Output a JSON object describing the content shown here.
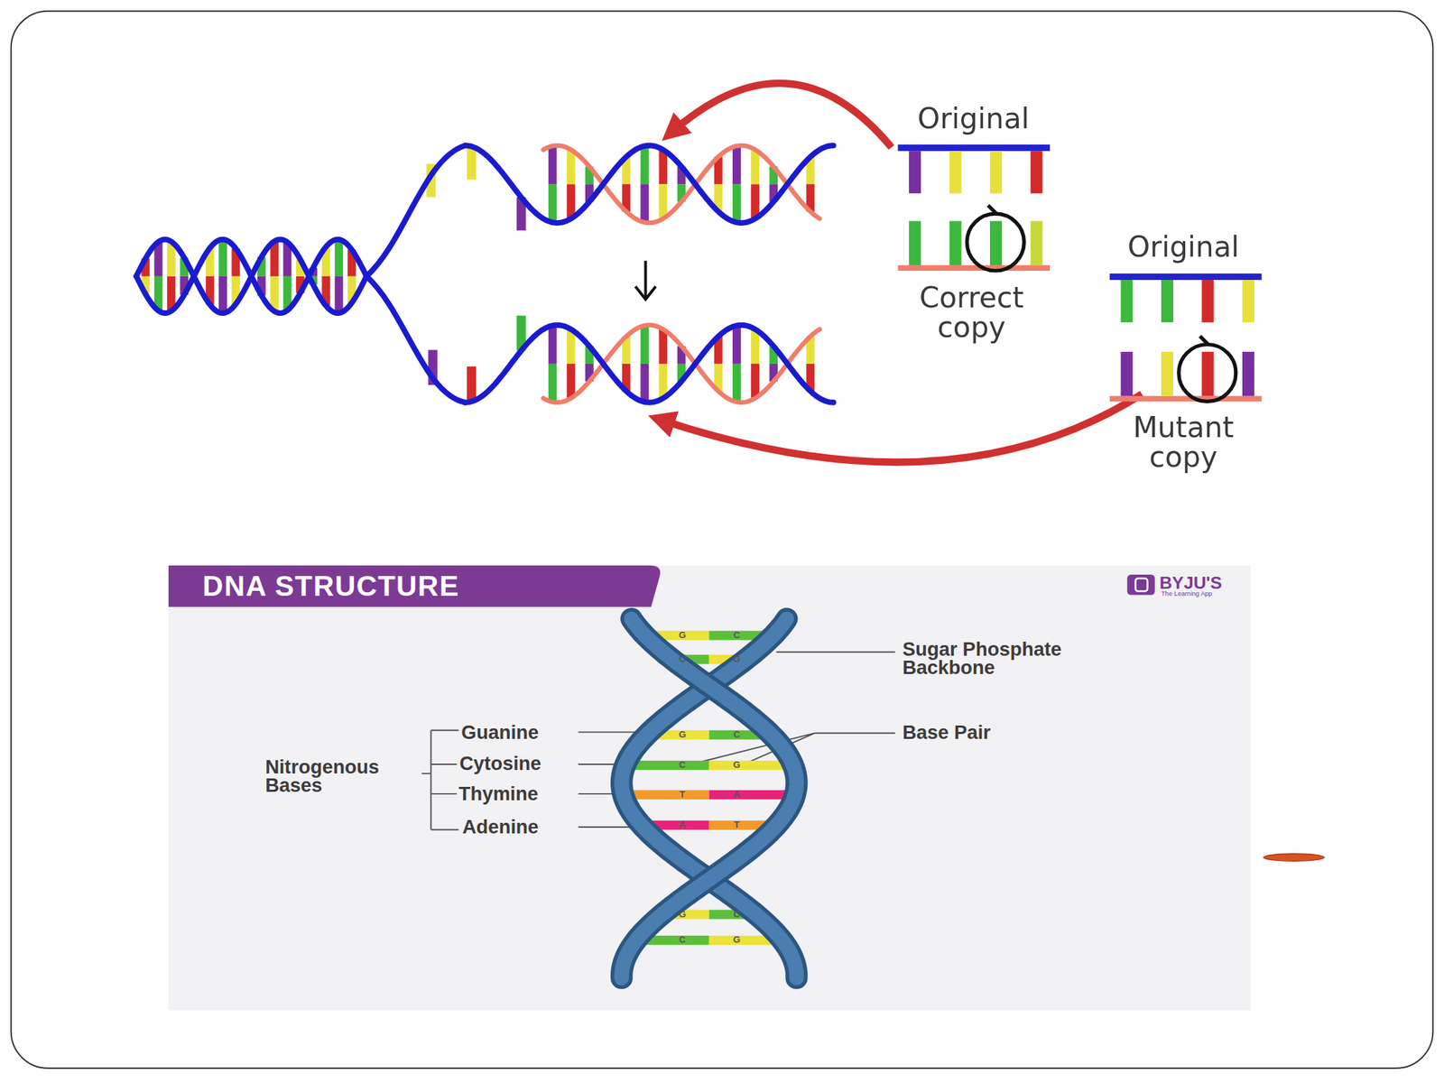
{
  "diagram": {
    "title": "DNA STRUCTURE",
    "labels": [
      "Original",
      "Correct copy",
      "Original",
      "Mutant copy",
      "BYJU'S",
      "The Learning App",
      "Sugar Phosphate Backbone",
      "Base Pair",
      "Nitrogenous Bases",
      "Guanine",
      "Cytosine",
      "Thymine",
      "Adenine",
      "G",
      "C",
      "C",
      "G",
      "G",
      "C",
      "C",
      "G",
      "T",
      "A",
      "A",
      "T",
      "G",
      "C",
      "C",
      "G"
    ]
  }
}
